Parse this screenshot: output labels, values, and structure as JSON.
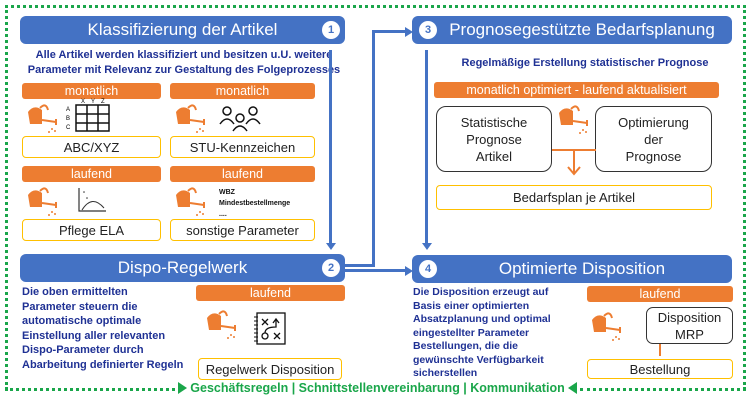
{
  "footer": {
    "text": "Geschäftsregeln | Schnittstellenvereinbarung | Kommunikation"
  },
  "section1": {
    "number": "1",
    "title": "Klassifizierung der Artikel",
    "description_line1": "Alle Artikel werden klassifiziert und besitzen u.U. weitere",
    "description_line2": "Parameter mit Relevanz zur Gestaltung des Folgeprozesses",
    "cards": [
      {
        "frequency": "monatlich",
        "label": "ABC/XYZ",
        "icon": "abc-xyz-matrix-icon",
        "matrix_cols": [
          "X",
          "Y",
          "Z"
        ],
        "matrix_rows": [
          "A",
          "B",
          "C"
        ]
      },
      {
        "frequency": "monatlich",
        "label": "STU-Kennzeichen",
        "icon": "people-group-icon"
      },
      {
        "frequency": "laufend",
        "label": "Pflege ELA",
        "icon": "curve-chart-icon"
      },
      {
        "frequency": "laufend",
        "label": "sonstige Parameter",
        "icon": "parameter-list-icon",
        "list": [
          "WBZ",
          "Mindestbestellmenge",
          "...."
        ]
      }
    ]
  },
  "section2": {
    "number": "2",
    "title": "Dispo-Regelwerk",
    "description": [
      "Die oben ermittelten",
      "Parameter steuern die",
      "automatische optimale",
      "Einstellung aller relevanten",
      "Dispo-Parameter durch",
      "Abarbeitung definierter Regeln"
    ],
    "frequency": "laufend",
    "label": "Regelwerk Disposition"
  },
  "section3": {
    "number": "3",
    "title": "Prognosegestützte Bedarfsplanung",
    "description": "Regelmäßige Erstellung statistischer Prognose",
    "frequency": "monatlich optimiert - laufend aktualisiert",
    "box_left": [
      "Statistische",
      "Prognose",
      "Artikel"
    ],
    "box_right": [
      "Optimierung",
      "der",
      "Prognose"
    ],
    "result": "Bedarfsplan je Artikel"
  },
  "section4": {
    "number": "4",
    "title": "Optimierte Disposition",
    "description": [
      "Die Disposition erzeugt auf",
      "Basis einer optimierten",
      "Absatzplanung und optimal",
      "eingestellter Parameter",
      "Bestellungen, die die",
      "gewünschte Verfügbarkeit",
      "sicherstellen"
    ],
    "frequency": "laufend",
    "box": [
      "Disposition",
      "MRP"
    ],
    "result": "Bestellung"
  },
  "colors": {
    "header_blue": "#4472c4",
    "orange": "#ed7d31",
    "yellow_border": "#ffc000",
    "green": "#1aa64a",
    "desc_navy": "#1f3194"
  }
}
